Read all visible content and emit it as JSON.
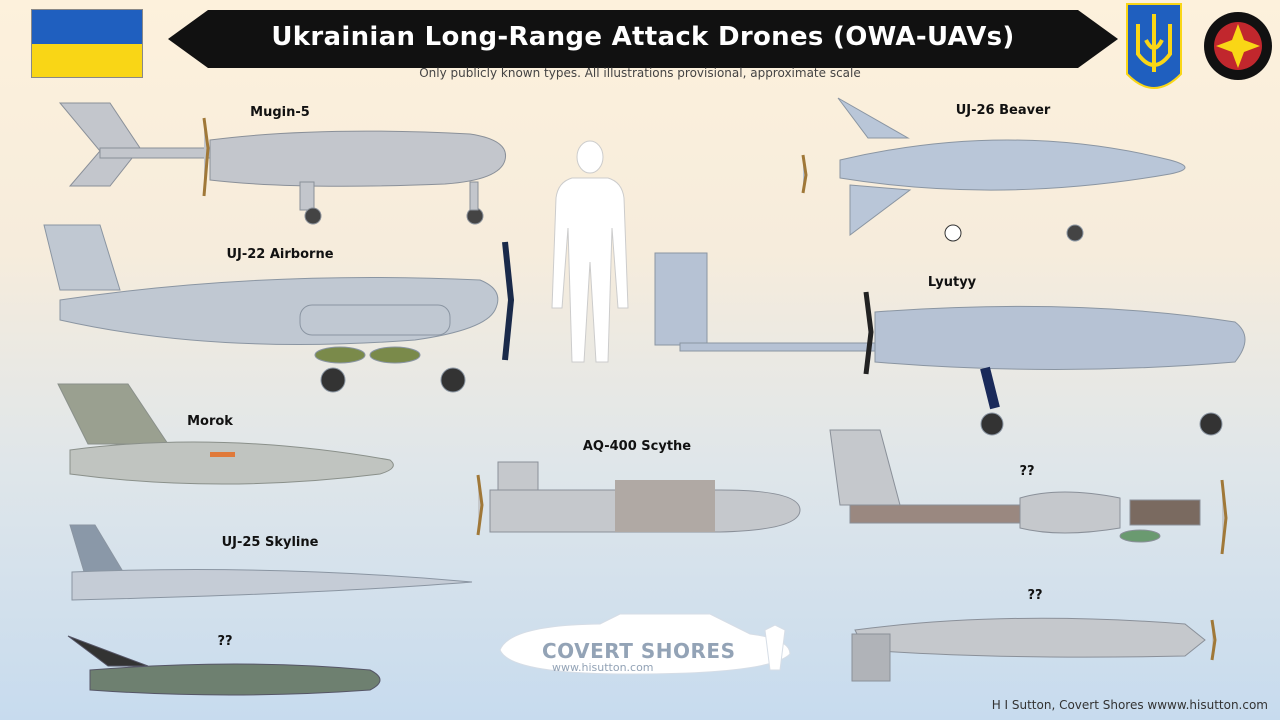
{
  "header": {
    "title": "Ukrainian Long-Range Attack Drones (OWA-UAVs)",
    "subtitle": "Only publicly known types. All illustrations provisional, approximate scale"
  },
  "colors": {
    "flag_blue": "#1f5fbf",
    "flag_yellow": "#f9d616",
    "banner": "#111111",
    "drone_gray": "#b9c0c8"
  },
  "drones": [
    {
      "name": "Mugin-5"
    },
    {
      "name": "UJ-22 Airborne"
    },
    {
      "name": "Morok"
    },
    {
      "name": "UJ-25 Skyline"
    },
    {
      "name": "??"
    },
    {
      "name": "AQ-400 Scythe"
    },
    {
      "name": "UJ-26 Beaver"
    },
    {
      "name": "Lyutyy"
    },
    {
      "name": "??"
    },
    {
      "name": "??"
    }
  ],
  "watermark": {
    "brand": "COVERT SHORES",
    "url": "www.hisutton.com"
  },
  "credit": "H I Sutton, Covert Shores wwww.hisutton.com"
}
